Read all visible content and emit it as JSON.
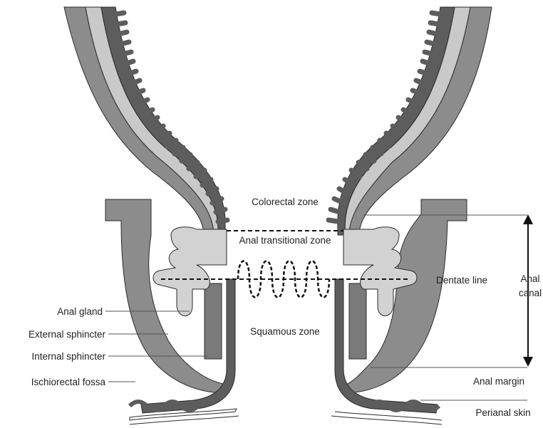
{
  "diagram": {
    "labels": {
      "colorectal_zone": "Colorectal zone",
      "anal_transitional_zone": "Anal transitional zone",
      "dentate_line": "Dentate line",
      "anal_canal_line1": "Anal",
      "anal_canal_line2": "canal",
      "anal_gland": "Anal gland",
      "external_sphincter": "External sphincter",
      "internal_sphincter": "Internal sphincter",
      "ischiorectal_fossa": "Ischiorectal fossa",
      "squamous_zone": "Squamous zone",
      "anal_margin": "Anal margin",
      "perianal_skin": "Perianal skin"
    },
    "colors": {
      "mucosa_dark": "#5d5d5d",
      "muscle_mid": "#8c8c8c",
      "submucosa_light": "#c9c9c9",
      "outline": "#2b2b2b",
      "text": "#222222"
    }
  }
}
